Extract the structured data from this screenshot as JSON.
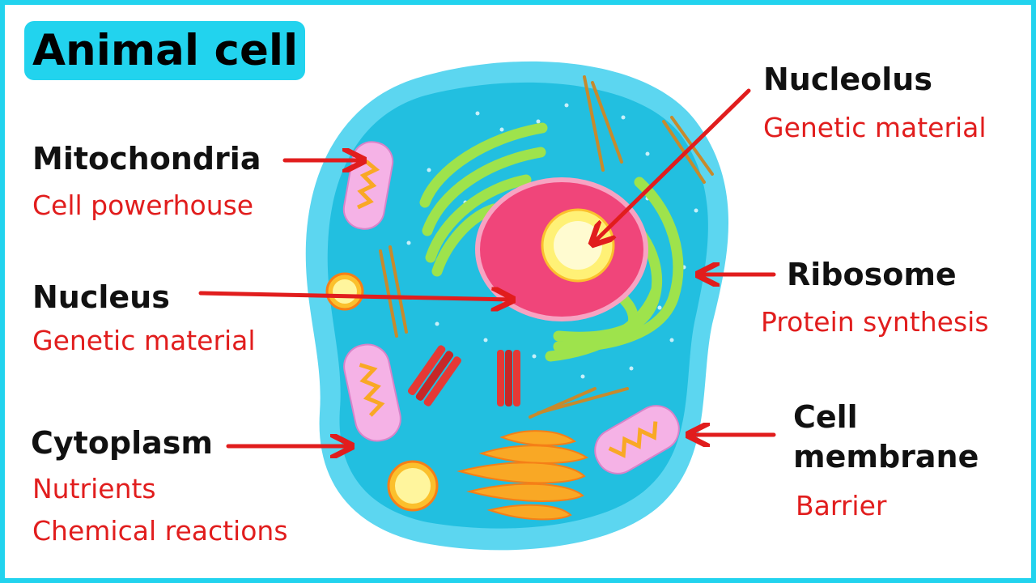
{
  "title": "Animal cell",
  "colors": {
    "frame": "#22d3ee",
    "label": "#111111",
    "description": "#e11d1d",
    "arrow": "#e11d1d",
    "membrane": "#5cd6f0",
    "cytoplasm": "#22bfe0",
    "nucleus": "#f0457a",
    "nucleolus": "#fff176",
    "er": "#9ee34c",
    "mitochondria": "#f5b2e6",
    "golgi": "#f9a825",
    "centriole": "#e53935"
  },
  "labels": {
    "mitochondria": {
      "name": "Mitochondria",
      "desc": "Cell powerhouse"
    },
    "nucleus": {
      "name": "Nucleus",
      "desc": "Genetic material"
    },
    "cytoplasm": {
      "name": "Cytoplasm",
      "desc1": "Nutrients",
      "desc2": "Chemical reactions"
    },
    "nucleolus": {
      "name": "Nucleolus",
      "desc": "Genetic material"
    },
    "ribosome": {
      "name": "Ribosome",
      "desc": "Protein synthesis"
    },
    "membrane": {
      "name1": "Cell",
      "name2": "membrane",
      "desc": "Barrier"
    }
  }
}
